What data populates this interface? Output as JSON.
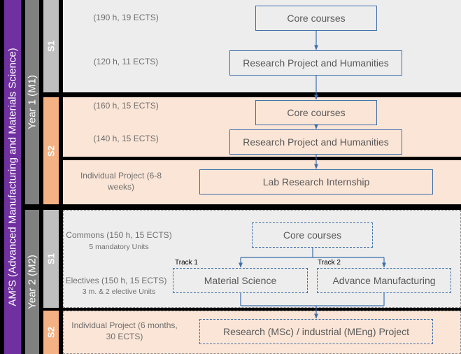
{
  "program": {
    "title": "AM²S (Advanced Manufacturing and Materials Science)"
  },
  "year1": {
    "label": "Year 1 (M1)",
    "s1": {
      "tab": "S1",
      "rows": [
        {
          "hours": "(190 h, 19 ECTS)",
          "box": "Core courses"
        },
        {
          "hours": "(120 h, 11 ECTS)",
          "box": "Research Project and Humanities"
        }
      ]
    },
    "s2": {
      "tab": "S2",
      "rows": [
        {
          "hours": "(160 h, 15 ECTS)",
          "box": "Core courses"
        },
        {
          "hours": "(140 h, 15 ECTS)",
          "box": "Research Project and Humanities"
        }
      ],
      "internship": {
        "label": "Individual Project (6-8 weeks)",
        "box": "Lab Research Internship"
      }
    }
  },
  "year2": {
    "label": "Year 2 (M2)",
    "s1": {
      "tab": "S1",
      "commons": {
        "label": "Commons (150 h, 15 ECTS)",
        "sublabel": "5 mandatory Units",
        "box": "Core courses"
      },
      "electives": {
        "label": "Electives (150 h, 15 ECTS)",
        "sublabel": "3 m. & 2 elective Units"
      },
      "tracks": [
        {
          "label": "Track 1",
          "box": "Material Science"
        },
        {
          "label": "Track 2",
          "box": "Advance Manufacturing"
        }
      ]
    },
    "s2": {
      "tab": "S2",
      "label": "Individual Project (6 months, 30 ECTS)",
      "box": "Research (MSc) / industrial (MEng) Project"
    }
  },
  "colors": {
    "program_bar": "#7030a0",
    "year_bar": "#808080",
    "semester_gray": "#bfbfbf",
    "semester_orange": "#f4b183",
    "panel_gray": "#ededed",
    "panel_peach": "#fbe5d6",
    "box_border": "#3d6ea8",
    "arrow": "#3d6ea8"
  }
}
